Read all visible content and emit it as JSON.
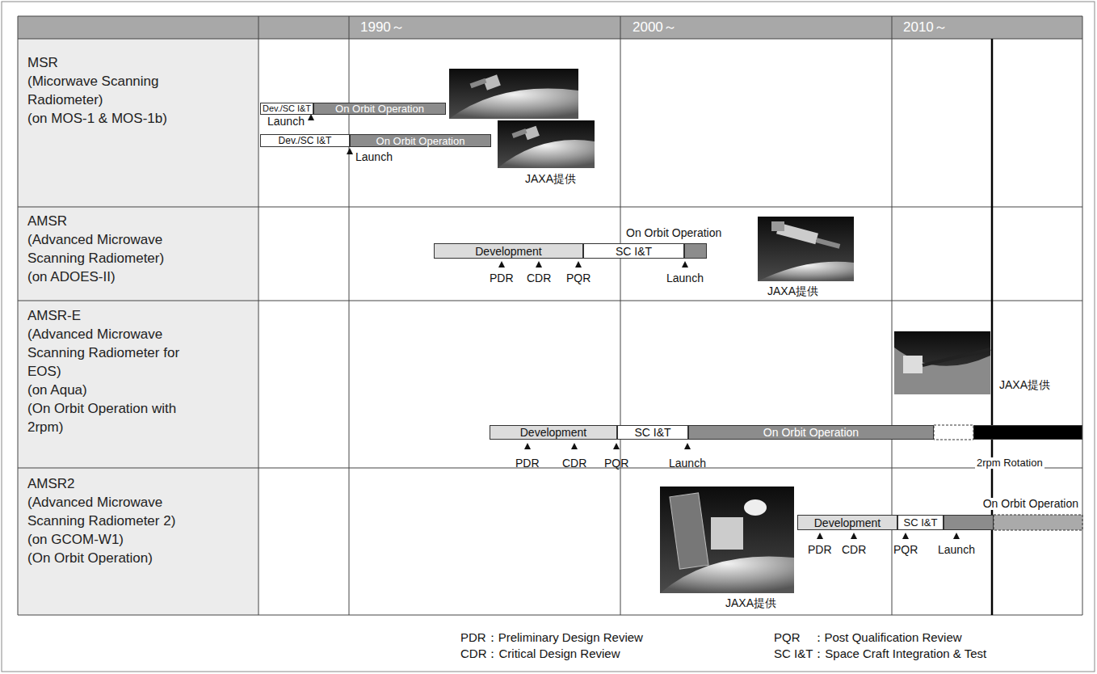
{
  "diagram": {
    "nodes": [
      {
        "text": [
          "Dev./SC I&T"
        ]
      },
      {
        "text": [
          "On Orbit Operation"
        ]
      },
      {
        "text": [
          "Dev./SC I&T"
        ]
      },
      {
        "text": [
          "On Orbit Operation"
        ]
      },
      {
        "text": [
          "Development"
        ]
      },
      {
        "text": [
          "SC I&T"
        ]
      },
      {
        "text": [
          "On Orbit Operation"
        ]
      },
      {
        "text": [
          "Development"
        ]
      },
      {
        "text": [
          "SC I&T"
        ]
      },
      {
        "text": [
          "On Orbit Operation"
        ]
      },
      {
        "text": [
          "2rpm Rotation"
        ]
      },
      {
        "text": [
          "Development"
        ]
      },
      {
        "text": [
          "SC I&T"
        ]
      },
      {
        "text": [
          "On Orbit Operation"
        ]
      }
    ],
    "labels": [
      "1990～",
      "2000～",
      "2010～",
      "MSR",
      "(Micorwave Scanning Radiometer)",
      "(on MOS-1 & MOS-1b)",
      "Launch",
      "Launch",
      "JAXA提供",
      "AMSR",
      "(Advanced Microwave Scanning Radiometer)",
      "(on ADOES-II)",
      "PDR",
      "CDR",
      "PQR",
      "Launch",
      "JAXA提供",
      "AMSR-E",
      "(Advanced Microwave Scanning Radiometer for EOS)",
      "(on Aqua)",
      "(On Orbit Operation with 2rpm)",
      "PDR",
      "CDR",
      "PQR",
      "Launch",
      "JAXA提供",
      "AMSR2",
      "(Advanced Microwave Scanning Radiometer 2)",
      "(on GCOM-W1)",
      "(On Orbit Operation)",
      "PDR",
      "CDR",
      "PQR",
      "Launch",
      "JAXA提供",
      "PDR：Preliminary Design Review",
      "CDR：Critical Design Review",
      "PQR　：Post Qualification Review",
      "SC I&T：Space Craft Integration & Test"
    ]
  }
}
